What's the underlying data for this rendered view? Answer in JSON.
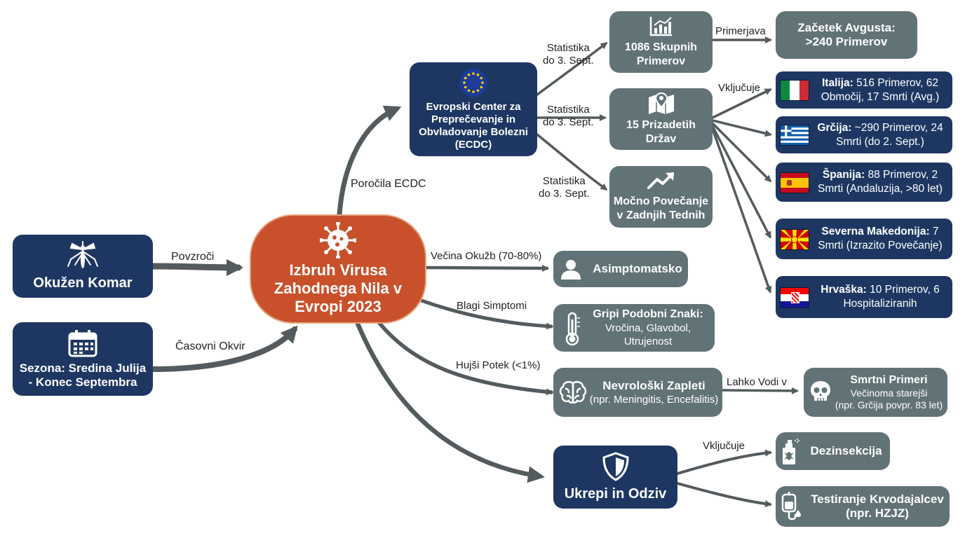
{
  "center": {
    "title_1": "Izbruh Virusa",
    "title_2": "Zahodnega Nila v",
    "title_3": "Evropi 2023"
  },
  "mosquito": {
    "label": "Okužen Komar"
  },
  "season": {
    "line1": "Sezona: Sredina Julija",
    "line2": "- Konec Septembra"
  },
  "ecdc": {
    "line1": "Evropski Center za",
    "line2": "Preprečevanje in",
    "line3": "Obvladovanje Bolezni",
    "line4": "(ECDC)"
  },
  "total_cases": {
    "line1": "1086 Skupnih",
    "line2": "Primerov"
  },
  "early_aug": {
    "line1": "Začetek Avgusta:",
    "line2": ">240 Primerov"
  },
  "countries_node": {
    "line1": "15 Prizadetih",
    "line2": "Držav"
  },
  "increase": {
    "line1": "Močno Povečanje",
    "line2": "v Zadnjih Tednih"
  },
  "asymptomatic": {
    "label": "Asimptomatsko"
  },
  "flu": {
    "title": "Gripi Podobni Znaki:",
    "line1": "Vročina, Glavobol,",
    "line2": "Utrujenost"
  },
  "neuro": {
    "title": "Nevrološki Zapleti",
    "sub": "(npr. Meningitis, Encefalitis)"
  },
  "deaths": {
    "title": "Smrtni Primeri",
    "line1": "Večinoma starejši",
    "line2": "(npr. Grčija povpr. 83 let)"
  },
  "response": {
    "label": "Ukrepi in Odziv"
  },
  "disinsection": {
    "label": "Dezinsekcija"
  },
  "blood": {
    "line1": "Testiranje Krvodajalcev",
    "line2": "(npr. HZJZ)"
  },
  "countries": [
    {
      "name": "Italija:",
      "rest1": " 516 Primerov, 62",
      "line2": "Območij, 17 Smrti (Avg.)"
    },
    {
      "name": "Grčija:",
      "rest1": " ~290 Primerov, 24",
      "line2": "Smrti (do 2. Sept.)"
    },
    {
      "name": "Španija:",
      "rest1": " 88 Primerov, 2",
      "line2": "Smrti (Andaluzija, >80 let)"
    },
    {
      "name": "Severna Makedonija:",
      "rest1": " 7",
      "line2": "Smrti (Izrazito Povečanje)"
    },
    {
      "name": "Hrvaška:",
      "rest1": " 10 Primerov, 6",
      "line2": "Hospitaliziranih"
    }
  ],
  "edges": {
    "causes": "Povzroči",
    "timeframe": "Časovni Okvir",
    "ecdc_reports": "Poročila ECDC",
    "stats1a": "Statistika",
    "stats1b": "do 3. Sept.",
    "stats2a": "Statistika",
    "stats2b": "do 3. Sept.",
    "stats3a": "Statistika",
    "stats3b": "do 3. Sept.",
    "compare": "Primerjava",
    "includes": "Vključuje",
    "most": "Večina Okužb (70-80%)",
    "mild": "Blagi Simptomi",
    "severe": "Hujši Potek (<1%)",
    "may_lead": "Lahko Vodi v",
    "includes2": "Vključuje"
  },
  "colors": {
    "navy": "#1e3762",
    "gray": "#627377",
    "orange": "#c8512b",
    "arrow": "#545b5e"
  },
  "icons": [
    "mosquito-icon",
    "calendar-icon",
    "virus-icon",
    "eu-flag-icon",
    "bar-chart-icon",
    "map-pin-icon",
    "trend-up-icon",
    "person-icon",
    "thermometer-icon",
    "brain-icon",
    "skull-icon",
    "shield-icon",
    "spray-icon",
    "blood-bag-icon",
    "italy-flag-icon",
    "greece-flag-icon",
    "spain-flag-icon",
    "north-macedonia-flag-icon",
    "croatia-flag-icon"
  ]
}
